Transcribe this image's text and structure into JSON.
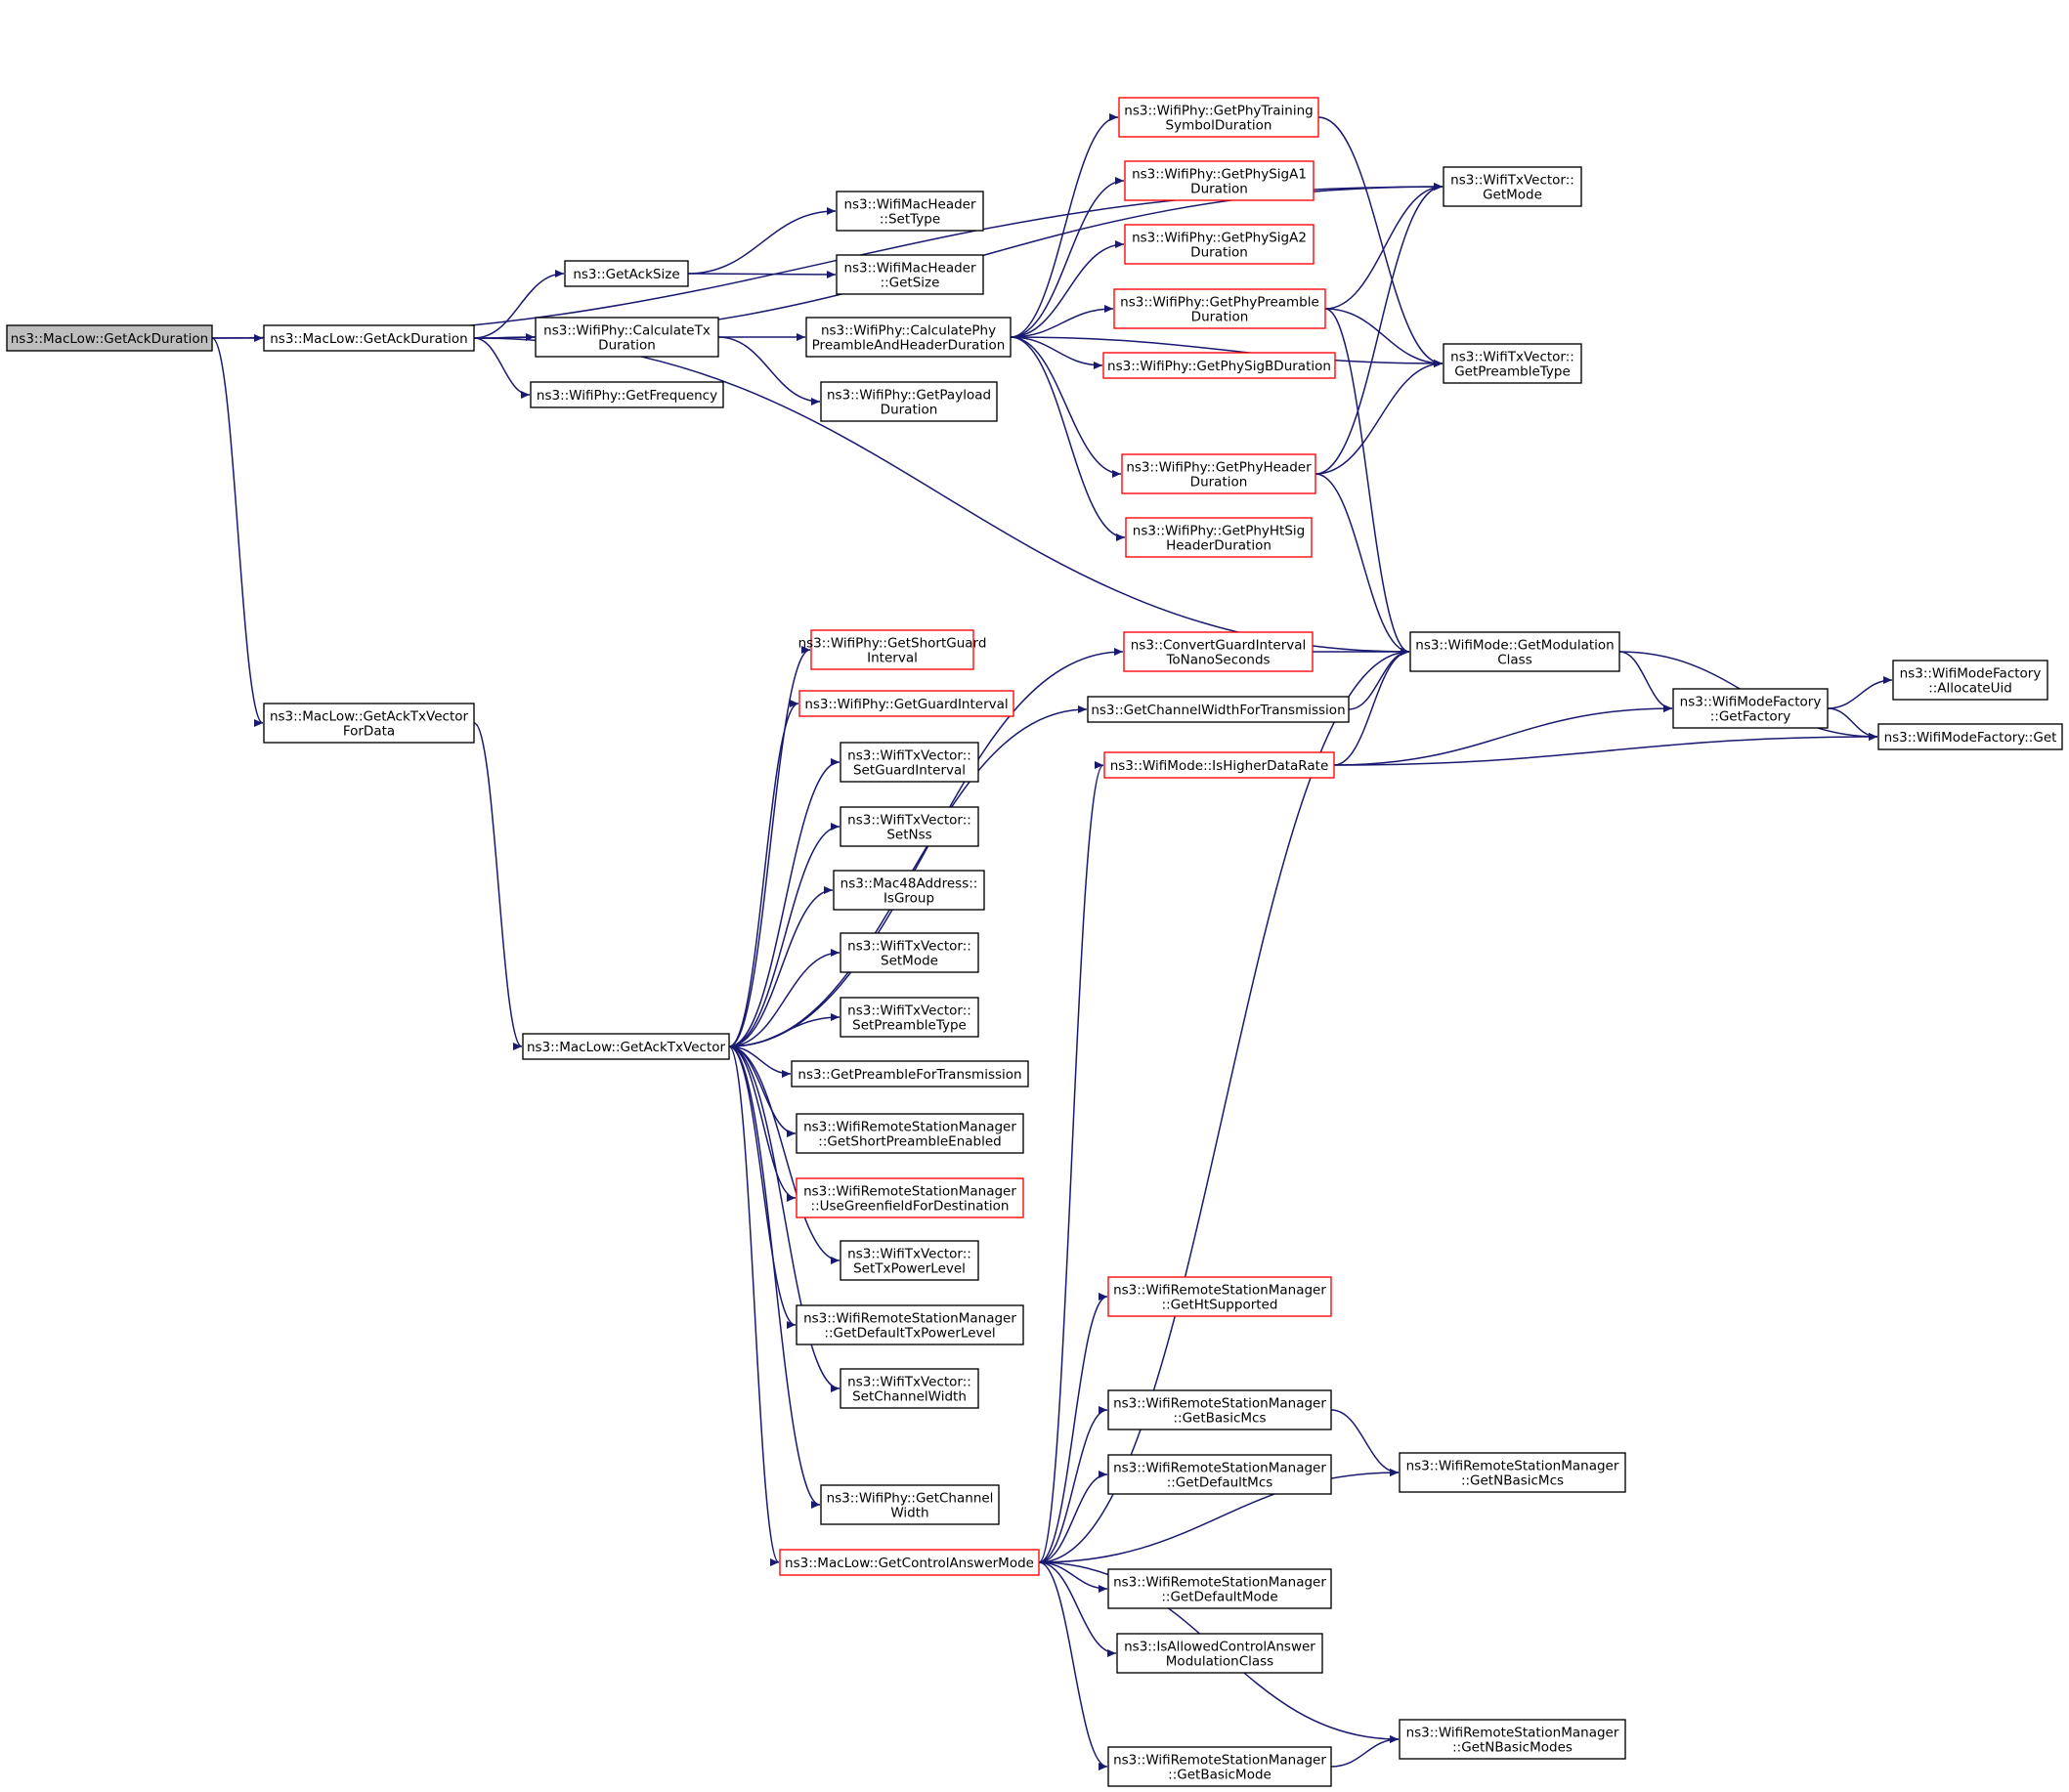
{
  "colors": {
    "edge": "#191970",
    "box_border": "#000000",
    "box_border_incomplete": "#ff0000",
    "root_fill": "#bfbfbf",
    "background": "#ffffff"
  },
  "nodes": [
    {
      "id": "root",
      "lines": [
        "ns3::MacLow::GetAckDuration"
      ],
      "style": "root"
    },
    {
      "id": "getAckDuration2",
      "lines": [
        "ns3::MacLow::GetAckDuration"
      ],
      "style": "normal"
    },
    {
      "id": "getAckTxVectorForData",
      "lines": [
        "ns3::MacLow::GetAckTxVector",
        "ForData"
      ],
      "style": "normal"
    },
    {
      "id": "getAckSize",
      "lines": [
        "ns3::GetAckSize"
      ],
      "style": "normal"
    },
    {
      "id": "calcTxDuration",
      "lines": [
        "ns3::WifiPhy::CalculateTx",
        "Duration"
      ],
      "style": "normal"
    },
    {
      "id": "getFrequency",
      "lines": [
        "ns3::WifiPhy::GetFrequency"
      ],
      "style": "normal"
    },
    {
      "id": "setType",
      "lines": [
        "ns3::WifiMacHeader",
        "::SetType"
      ],
      "style": "normal"
    },
    {
      "id": "getSize",
      "lines": [
        "ns3::WifiMacHeader",
        "::GetSize"
      ],
      "style": "normal"
    },
    {
      "id": "calcPhyPreamble",
      "lines": [
        "ns3::WifiPhy::CalculatePhy",
        "PreambleAndHeaderDuration"
      ],
      "style": "normal"
    },
    {
      "id": "getPayloadDuration",
      "lines": [
        "ns3::WifiPhy::GetPayload",
        "Duration"
      ],
      "style": "normal"
    },
    {
      "id": "phyTraining",
      "lines": [
        "ns3::WifiPhy::GetPhyTraining",
        "SymbolDuration"
      ],
      "style": "red"
    },
    {
      "id": "sigA1",
      "lines": [
        "ns3::WifiPhy::GetPhySigA1",
        "Duration"
      ],
      "style": "red"
    },
    {
      "id": "sigA2",
      "lines": [
        "ns3::WifiPhy::GetPhySigA2",
        "Duration"
      ],
      "style": "red"
    },
    {
      "id": "phyPreambleDur",
      "lines": [
        "ns3::WifiPhy::GetPhyPreamble",
        "Duration"
      ],
      "style": "red"
    },
    {
      "id": "sigB",
      "lines": [
        "ns3::WifiPhy::GetPhySigBDuration"
      ],
      "style": "red"
    },
    {
      "id": "phyHeaderDur",
      "lines": [
        "ns3::WifiPhy::GetPhyHeader",
        "Duration"
      ],
      "style": "red"
    },
    {
      "id": "htSig",
      "lines": [
        "ns3::WifiPhy::GetPhyHtSig",
        "HeaderDuration"
      ],
      "style": "red"
    },
    {
      "id": "txGetMode",
      "lines": [
        "ns3::WifiTxVector::",
        "GetMode"
      ],
      "style": "normal"
    },
    {
      "id": "txGetPreambleType",
      "lines": [
        "ns3::WifiTxVector::",
        "GetPreambleType"
      ],
      "style": "normal"
    },
    {
      "id": "getModulationClass",
      "lines": [
        "ns3::WifiMode::GetModulation",
        "Class"
      ],
      "style": "normal"
    },
    {
      "id": "convertGuard",
      "lines": [
        "ns3::ConvertGuardInterval",
        "ToNanoSeconds"
      ],
      "style": "red"
    },
    {
      "id": "getChannelWidthForTx",
      "lines": [
        "ns3::GetChannelWidthForTransmission"
      ],
      "style": "normal"
    },
    {
      "id": "isHigherDataRate",
      "lines": [
        "ns3::WifiMode::IsHigherDataRate"
      ],
      "style": "red"
    },
    {
      "id": "modeFactoryGetFactory",
      "lines": [
        "ns3::WifiModeFactory",
        "::GetFactory"
      ],
      "style": "normal"
    },
    {
      "id": "allocateUid",
      "lines": [
        "ns3::WifiModeFactory",
        "::AllocateUid"
      ],
      "style": "normal"
    },
    {
      "id": "modeFactoryGet",
      "lines": [
        "ns3::WifiModeFactory::Get"
      ],
      "style": "normal"
    },
    {
      "id": "getAckTxVector",
      "lines": [
        "ns3::MacLow::GetAckTxVector"
      ],
      "style": "normal"
    },
    {
      "id": "getShortGuard",
      "lines": [
        "ns3::WifiPhy::GetShortGuard",
        "Interval"
      ],
      "style": "red"
    },
    {
      "id": "getGuardInterval",
      "lines": [
        "ns3::WifiPhy::GetGuardInterval"
      ],
      "style": "red"
    },
    {
      "id": "setGuardInterval",
      "lines": [
        "ns3::WifiTxVector::",
        "SetGuardInterval"
      ],
      "style": "normal"
    },
    {
      "id": "setNss",
      "lines": [
        "ns3::WifiTxVector::",
        "SetNss"
      ],
      "style": "normal"
    },
    {
      "id": "isGroup",
      "lines": [
        "ns3::Mac48Address::",
        "IsGroup"
      ],
      "style": "normal"
    },
    {
      "id": "setMode",
      "lines": [
        "ns3::WifiTxVector::",
        "SetMode"
      ],
      "style": "normal"
    },
    {
      "id": "setPreambleType",
      "lines": [
        "ns3::WifiTxVector::",
        "SetPreambleType"
      ],
      "style": "normal"
    },
    {
      "id": "getPreambleForTx",
      "lines": [
        "ns3::GetPreambleForTransmission"
      ],
      "style": "normal"
    },
    {
      "id": "getShortPreambleEnabled",
      "lines": [
        "ns3::WifiRemoteStationManager",
        "::GetShortPreambleEnabled"
      ],
      "style": "normal"
    },
    {
      "id": "useGreenfield",
      "lines": [
        "ns3::WifiRemoteStationManager",
        "::UseGreenfieldForDestination"
      ],
      "style": "red"
    },
    {
      "id": "setTxPowerLevel",
      "lines": [
        "ns3::WifiTxVector::",
        "SetTxPowerLevel"
      ],
      "style": "normal"
    },
    {
      "id": "getDefaultTxPowerLevel",
      "lines": [
        "ns3::WifiRemoteStationManager",
        "::GetDefaultTxPowerLevel"
      ],
      "style": "normal"
    },
    {
      "id": "setChannelWidth",
      "lines": [
        "ns3::WifiTxVector::",
        "SetChannelWidth"
      ],
      "style": "normal"
    },
    {
      "id": "getChannelWidth",
      "lines": [
        "ns3::WifiPhy::GetChannel",
        "Width"
      ],
      "style": "normal"
    },
    {
      "id": "getControlAnswerMode",
      "lines": [
        "ns3::MacLow::GetControlAnswerMode"
      ],
      "style": "red"
    },
    {
      "id": "getHtSupported",
      "lines": [
        "ns3::WifiRemoteStationManager",
        "::GetHtSupported"
      ],
      "style": "red"
    },
    {
      "id": "getBasicMcs",
      "lines": [
        "ns3::WifiRemoteStationManager",
        "::GetBasicMcs"
      ],
      "style": "normal"
    },
    {
      "id": "getDefaultMcs",
      "lines": [
        "ns3::WifiRemoteStationManager",
        "::GetDefaultMcs"
      ],
      "style": "normal"
    },
    {
      "id": "getNBasicMcs",
      "lines": [
        "ns3::WifiRemoteStationManager",
        "::GetNBasicMcs"
      ],
      "style": "normal"
    },
    {
      "id": "getDefaultMode",
      "lines": [
        "ns3::WifiRemoteStationManager",
        "::GetDefaultMode"
      ],
      "style": "normal"
    },
    {
      "id": "isAllowedCtrl",
      "lines": [
        "ns3::IsAllowedControlAnswer",
        "ModulationClass"
      ],
      "style": "normal"
    },
    {
      "id": "getNBasicModes",
      "lines": [
        "ns3::WifiRemoteStationManager",
        "::GetNBasicModes"
      ],
      "style": "normal"
    },
    {
      "id": "getBasicMode",
      "lines": [
        "ns3::WifiRemoteStationManager",
        "::GetBasicMode"
      ],
      "style": "normal"
    }
  ],
  "edges": [
    [
      "root",
      "getAckDuration2"
    ],
    [
      "root",
      "getAckTxVectorForData"
    ],
    [
      "root",
      "txGetMode"
    ],
    [
      "getAckDuration2",
      "getAckSize"
    ],
    [
      "getAckDuration2",
      "calcTxDuration"
    ],
    [
      "getAckDuration2",
      "getFrequency"
    ],
    [
      "getAckDuration2",
      "txGetMode"
    ],
    [
      "getAckDuration2",
      "getModulationClass"
    ],
    [
      "getAckSize",
      "setType"
    ],
    [
      "getAckSize",
      "getSize"
    ],
    [
      "calcTxDuration",
      "calcPhyPreamble"
    ],
    [
      "calcTxDuration",
      "getPayloadDuration"
    ],
    [
      "calcPhyPreamble",
      "phyTraining"
    ],
    [
      "calcPhyPreamble",
      "sigA1"
    ],
    [
      "calcPhyPreamble",
      "sigA2"
    ],
    [
      "calcPhyPreamble",
      "phyPreambleDur"
    ],
    [
      "calcPhyPreamble",
      "sigB"
    ],
    [
      "calcPhyPreamble",
      "phyHeaderDur"
    ],
    [
      "calcPhyPreamble",
      "htSig"
    ],
    [
      "calcPhyPreamble",
      "txGetPreambleType"
    ],
    [
      "phyTraining",
      "txGetPreambleType"
    ],
    [
      "phyPreambleDur",
      "txGetMode"
    ],
    [
      "phyPreambleDur",
      "txGetPreambleType"
    ],
    [
      "phyPreambleDur",
      "getModulationClass"
    ],
    [
      "phyHeaderDur",
      "txGetMode"
    ],
    [
      "phyHeaderDur",
      "txGetPreambleType"
    ],
    [
      "phyHeaderDur",
      "getModulationClass"
    ],
    [
      "getModulationClass",
      "modeFactoryGetFactory"
    ],
    [
      "getModulationClass",
      "modeFactoryGet"
    ],
    [
      "modeFactoryGetFactory",
      "allocateUid"
    ],
    [
      "modeFactoryGetFactory",
      "modeFactoryGet"
    ],
    [
      "convertGuard",
      "getModulationClass"
    ],
    [
      "getChannelWidthForTx",
      "getModulationClass"
    ],
    [
      "isHigherDataRate",
      "getModulationClass"
    ],
    [
      "isHigherDataRate",
      "modeFactoryGetFactory"
    ],
    [
      "isHigherDataRate",
      "modeFactoryGet"
    ],
    [
      "getAckTxVectorForData",
      "getAckTxVector"
    ],
    [
      "getAckTxVector",
      "convertGuard"
    ],
    [
      "getAckTxVector",
      "getShortGuard"
    ],
    [
      "getAckTxVector",
      "getGuardInterval"
    ],
    [
      "getAckTxVector",
      "setGuardInterval"
    ],
    [
      "getAckTxVector",
      "setNss"
    ],
    [
      "getAckTxVector",
      "isGroup"
    ],
    [
      "getAckTxVector",
      "setMode"
    ],
    [
      "getAckTxVector",
      "setPreambleType"
    ],
    [
      "getAckTxVector",
      "getPreambleForTx"
    ],
    [
      "getAckTxVector",
      "getShortPreambleEnabled"
    ],
    [
      "getAckTxVector",
      "useGreenfield"
    ],
    [
      "getAckTxVector",
      "setTxPowerLevel"
    ],
    [
      "getAckTxVector",
      "getDefaultTxPowerLevel"
    ],
    [
      "getAckTxVector",
      "setChannelWidth"
    ],
    [
      "getAckTxVector",
      "getChannelWidthForTx"
    ],
    [
      "getAckTxVector",
      "getChannelWidth"
    ],
    [
      "getAckTxVector",
      "getControlAnswerMode"
    ],
    [
      "getControlAnswerMode",
      "isHigherDataRate"
    ],
    [
      "getControlAnswerMode",
      "getModulationClass"
    ],
    [
      "getControlAnswerMode",
      "getHtSupported"
    ],
    [
      "getControlAnswerMode",
      "getBasicMcs"
    ],
    [
      "getControlAnswerMode",
      "getDefaultMcs"
    ],
    [
      "getControlAnswerMode",
      "getNBasicMcs"
    ],
    [
      "getControlAnswerMode",
      "getDefaultMode"
    ],
    [
      "getControlAnswerMode",
      "isAllowedCtrl"
    ],
    [
      "getControlAnswerMode",
      "getNBasicModes"
    ],
    [
      "getControlAnswerMode",
      "getBasicMode"
    ],
    [
      "getBasicMcs",
      "getNBasicMcs"
    ],
    [
      "getBasicMode",
      "getNBasicModes"
    ]
  ]
}
